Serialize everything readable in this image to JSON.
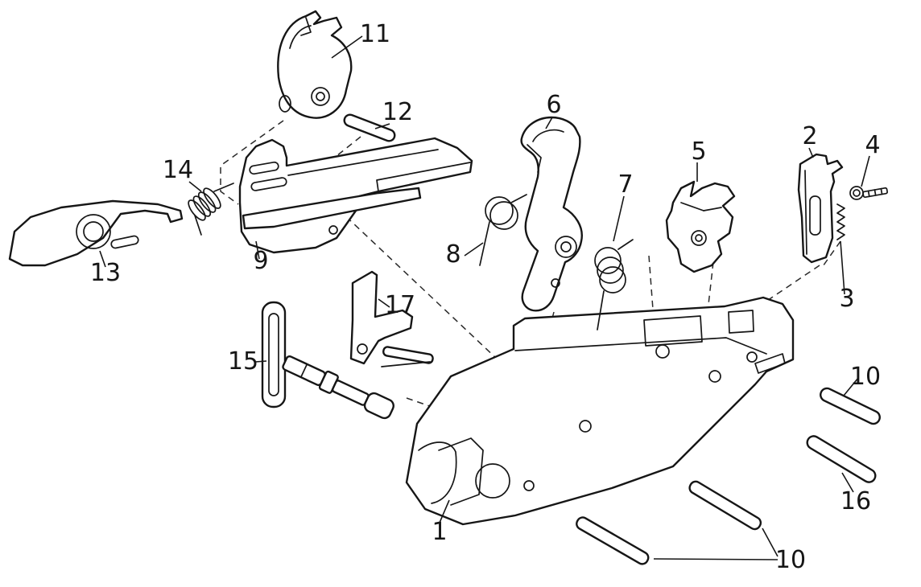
{
  "figure": {
    "type": "exploded-parts-diagram",
    "background": "#ffffff",
    "line_color": "#161616",
    "callouts": [
      {
        "label": "11"
      },
      {
        "label": "12"
      },
      {
        "label": "14"
      },
      {
        "label": "9"
      },
      {
        "label": "13"
      },
      {
        "label": "6"
      },
      {
        "label": "8"
      },
      {
        "label": "7"
      },
      {
        "label": "5"
      },
      {
        "label": "2"
      },
      {
        "label": "4"
      },
      {
        "label": "3"
      },
      {
        "label": "17"
      },
      {
        "label": "15"
      },
      {
        "label": "10"
      },
      {
        "label": "16"
      },
      {
        "label": "1"
      },
      {
        "label": "10"
      }
    ]
  }
}
